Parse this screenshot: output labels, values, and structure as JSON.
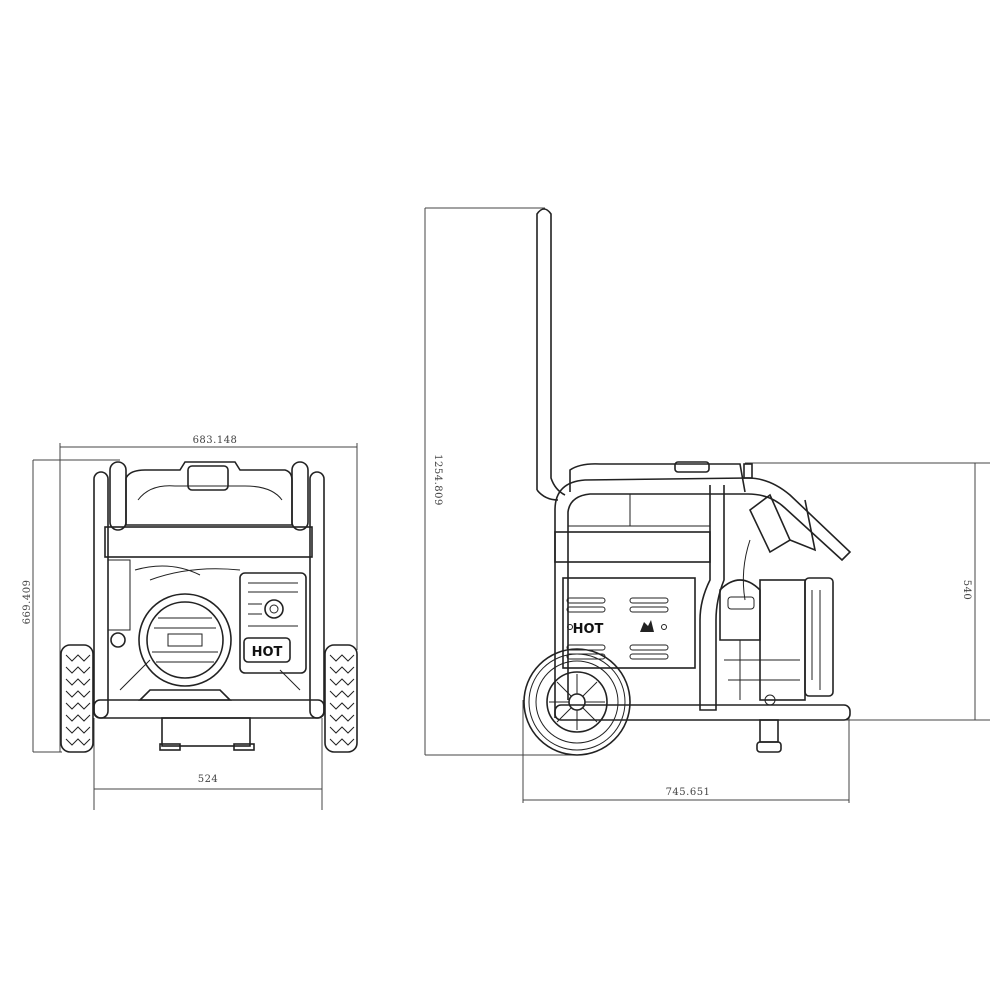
{
  "front_view": {
    "width_overall": "683.148",
    "height": "669.409",
    "wheel_track": "524",
    "panel_label": "HOT"
  },
  "side_view": {
    "height_with_handle": "1254.809",
    "frame_height": "540",
    "length": "745.651",
    "panel_label": "HOT"
  }
}
